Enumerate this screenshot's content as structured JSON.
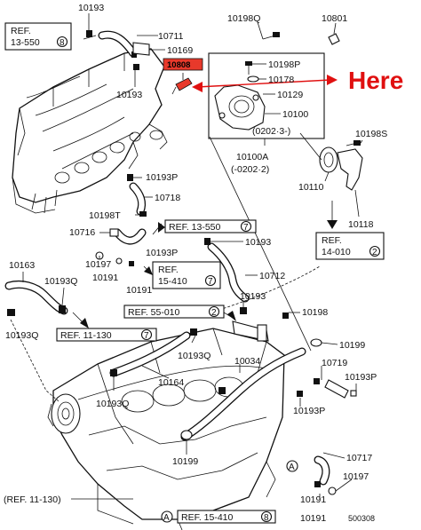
{
  "diagram": {
    "annotation": {
      "text": "Here",
      "color": "#e01010",
      "highlighted_part": "10808"
    },
    "part_numbers": {
      "p10193_top": "10193",
      "p10711": "10711",
      "p10169": "10169",
      "p10193_mid": "10193",
      "p10808": "10808",
      "p10198Q": "10198Q",
      "p10801": "10801",
      "p10198P": "10198P",
      "p10178": "10178",
      "p10129": "10129",
      "p10100": "10100",
      "p10100_code": "(0202·3-)",
      "p10100A": "10100A",
      "p10100A_code": "(-0202·2)",
      "p10198S": "10198S",
      "p10110": "10110",
      "p10118": "10118",
      "p10193P_a": "10193P",
      "p10718": "10718",
      "p10198T": "10198T",
      "p10716": "10716",
      "p10197_a": "10197",
      "p10191_a": "10191",
      "p10191_b": "10191",
      "p10193P_b": "10193P",
      "p10193_r": "10193",
      "p10712": "10712",
      "p10163": "10163",
      "p10193Q_a": "10193Q",
      "p10193_b2": "10193",
      "p10198": "10198",
      "p10193Q_b": "10193Q",
      "p10193Q_c": "10193Q",
      "p10034": "10034",
      "p10199_a": "10199",
      "p10164": "10164",
      "p10193Q_d": "10193Q",
      "p10719": "10719",
      "p10193P_c": "10193P",
      "p10193P_d": "10193P",
      "p10199_b": "10199",
      "p10717": "10717",
      "p10197_b": "10197",
      "p10191_c": "10191"
    },
    "references": {
      "ref1": "REF.",
      "ref1_num": "13-550",
      "ref1_circle": "8",
      "ref2": "REF. 13-550",
      "ref2_circle": "7",
      "ref3_a": "REF.",
      "ref3_b": "15-410",
      "ref3_circle": "7",
      "ref4": "REF. 55-010",
      "ref4_circle": "2",
      "ref5": "REF. 11-130",
      "ref5_circle": "7",
      "ref6_a": "REF.",
      "ref6_b": "14-010",
      "ref6_circle": "2",
      "ref7": "REF. 15-410",
      "ref7_circle": "8",
      "ref8": "(REF. 11-130)",
      "circle_A": "A"
    },
    "footer_code": "500308"
  }
}
